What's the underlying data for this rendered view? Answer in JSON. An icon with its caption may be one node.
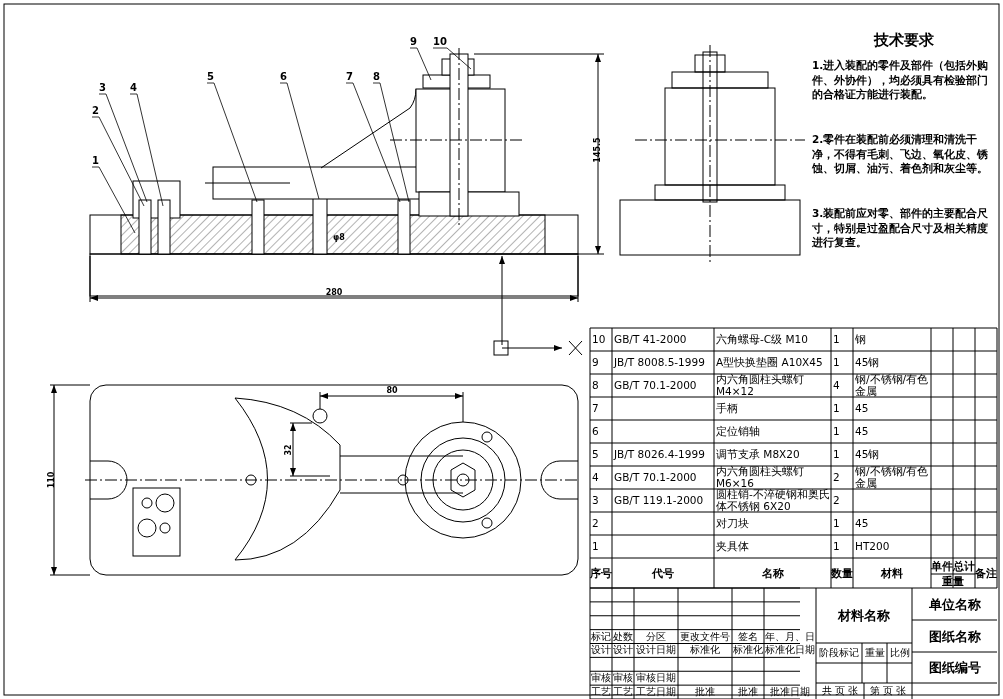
{
  "diagram": {
    "nodes": [
      {
        "text": [
          "1"
        ]
      },
      {
        "text": [
          "2"
        ]
      },
      {
        "text": [
          "3"
        ]
      },
      {
        "text": [
          "4"
        ]
      },
      {
        "text": [
          "5"
        ]
      },
      {
        "text": [
          "6"
        ]
      },
      {
        "text": [
          "7"
        ]
      },
      {
        "text": [
          "8"
        ]
      },
      {
        "text": [
          "9"
        ]
      },
      {
        "text": [
          "10"
        ]
      }
    ],
    "edges": [
      {
        "from": 0,
        "to": null,
        "arrow": "none"
      },
      {
        "from": 1,
        "to": null,
        "arrow": "none"
      },
      {
        "from": 2,
        "to": null,
        "arrow": "none"
      },
      {
        "from": 3,
        "to": null,
        "arrow": "none"
      },
      {
        "from": 4,
        "to": null,
        "arrow": "none"
      },
      {
        "from": 5,
        "to": null,
        "arrow": "none"
      },
      {
        "from": 6,
        "to": null,
        "arrow": "none"
      },
      {
        "from": 7,
        "to": null,
        "arrow": "none"
      },
      {
        "from": 8,
        "to": null,
        "arrow": "none"
      },
      {
        "from": 9,
        "to": null,
        "arrow": "none"
      }
    ],
    "labels": [
      "技术要求",
      "1.进入装配的零件及部件（包括外购件、外协件），均必须具有检验部门的合格证方能进行装配。",
      "2.零件在装配前必须清理和清洗干净，不得有毛刺、飞边、氧化皮、锈蚀、切屑、油污、着色剂和灰尘等。",
      "3.装配前应对零、部件的主要配合尺寸，特别是过盈配合尺寸及相关精度进行复查。",
      "145.5",
      "280",
      "φ8",
      "80",
      "32",
      "110",
      "10",
      "GB/T 41-2000",
      "六角螺母-C级 M10",
      "1",
      "钢",
      "9",
      "JB/T 8008.5-1999",
      "A型快换垫圈 A10X45",
      "1",
      "45钢",
      "8",
      "GB/T 70.1-2000",
      "内六角圆柱头螺钉 M4×12",
      "4",
      "钢/不锈钢/有色金属",
      "7",
      "手柄",
      "1",
      "45",
      "6",
      "定位销轴",
      "1",
      "45",
      "5",
      "JB/T 8026.4-1999",
      "调节支承 M8X20",
      "1",
      "45钢",
      "4",
      "GB/T 70.1-2000",
      "内六角圆柱头螺钉 M6×16",
      "2",
      "钢/不锈钢/有色金属",
      "3",
      "GB/T 119.1-2000",
      "圆柱销-不淬硬钢和奥氏体不锈钢 6X20",
      "2",
      "2",
      "对刀块",
      "1",
      "45",
      "1",
      "夹具体",
      "1",
      "HT200",
      "序号",
      "代号",
      "名称",
      "数量",
      "材料",
      "单件",
      "总计",
      "重量",
      "备注",
      "标记",
      "处数",
      "分区",
      "更改文件号",
      "签名",
      "年、月、日",
      "设计",
      "设计",
      "设计日期",
      "标准化",
      "标准化",
      "标准化日期",
      "审核",
      "审核",
      "审核日期",
      "工艺",
      "工艺",
      "工艺日期",
      "批准",
      "批准",
      "批准日期",
      "材料名称",
      "阶段标记",
      "重量",
      "比例",
      "共 页 张",
      "第 页 张",
      "单位名称",
      "图纸名称",
      "图纸编号"
    ]
  }
}
